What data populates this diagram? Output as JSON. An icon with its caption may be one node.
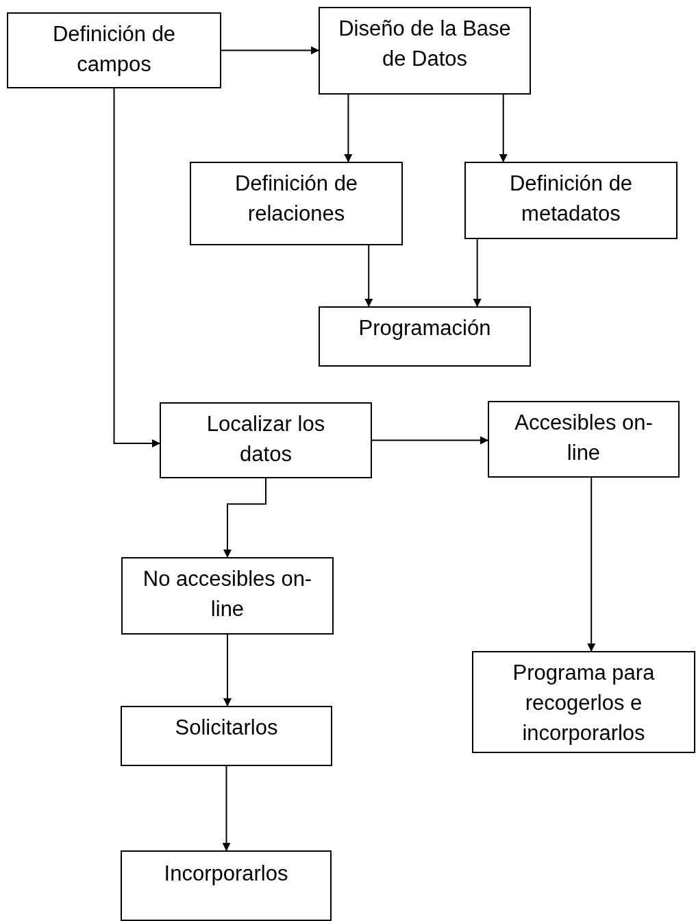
{
  "diagram": {
    "nodes": [
      {
        "text": [
          "Definición de campos"
        ]
      },
      {
        "text": [
          "Diseño de la Base de Datos"
        ]
      },
      {
        "text": [
          "Definición de relaciones"
        ]
      },
      {
        "text": [
          "Definición de metadatos"
        ]
      },
      {
        "text": [
          "Programación"
        ]
      },
      {
        "text": [
          "Localizar los datos"
        ]
      },
      {
        "text": [
          "Accesibles on-line"
        ]
      },
      {
        "text": [
          "No accesibles on-line"
        ]
      },
      {
        "text": [
          "Solicitarlos"
        ]
      },
      {
        "text": [
          "Programa para recogerlos e incorporarlos"
        ]
      },
      {
        "text": [
          "Incorporarlos"
        ]
      }
    ],
    "edges": [
      {
        "from": 0,
        "to": 1,
        "arrow": "to"
      },
      {
        "from": 1,
        "to": 2,
        "arrow": "to"
      },
      {
        "from": 1,
        "to": 3,
        "arrow": "to"
      },
      {
        "from": 2,
        "to": 4,
        "arrow": "to"
      },
      {
        "from": 3,
        "to": 4,
        "arrow": "to"
      },
      {
        "from": 0,
        "to": 5,
        "arrow": "to"
      },
      {
        "from": 5,
        "to": 6,
        "arrow": "to"
      },
      {
        "from": 5,
        "to": 7,
        "arrow": "to"
      },
      {
        "from": 6,
        "to": 9,
        "arrow": "to"
      },
      {
        "from": 7,
        "to": 8,
        "arrow": "to"
      },
      {
        "from": 8,
        "to": 10,
        "arrow": "to"
      }
    ]
  }
}
